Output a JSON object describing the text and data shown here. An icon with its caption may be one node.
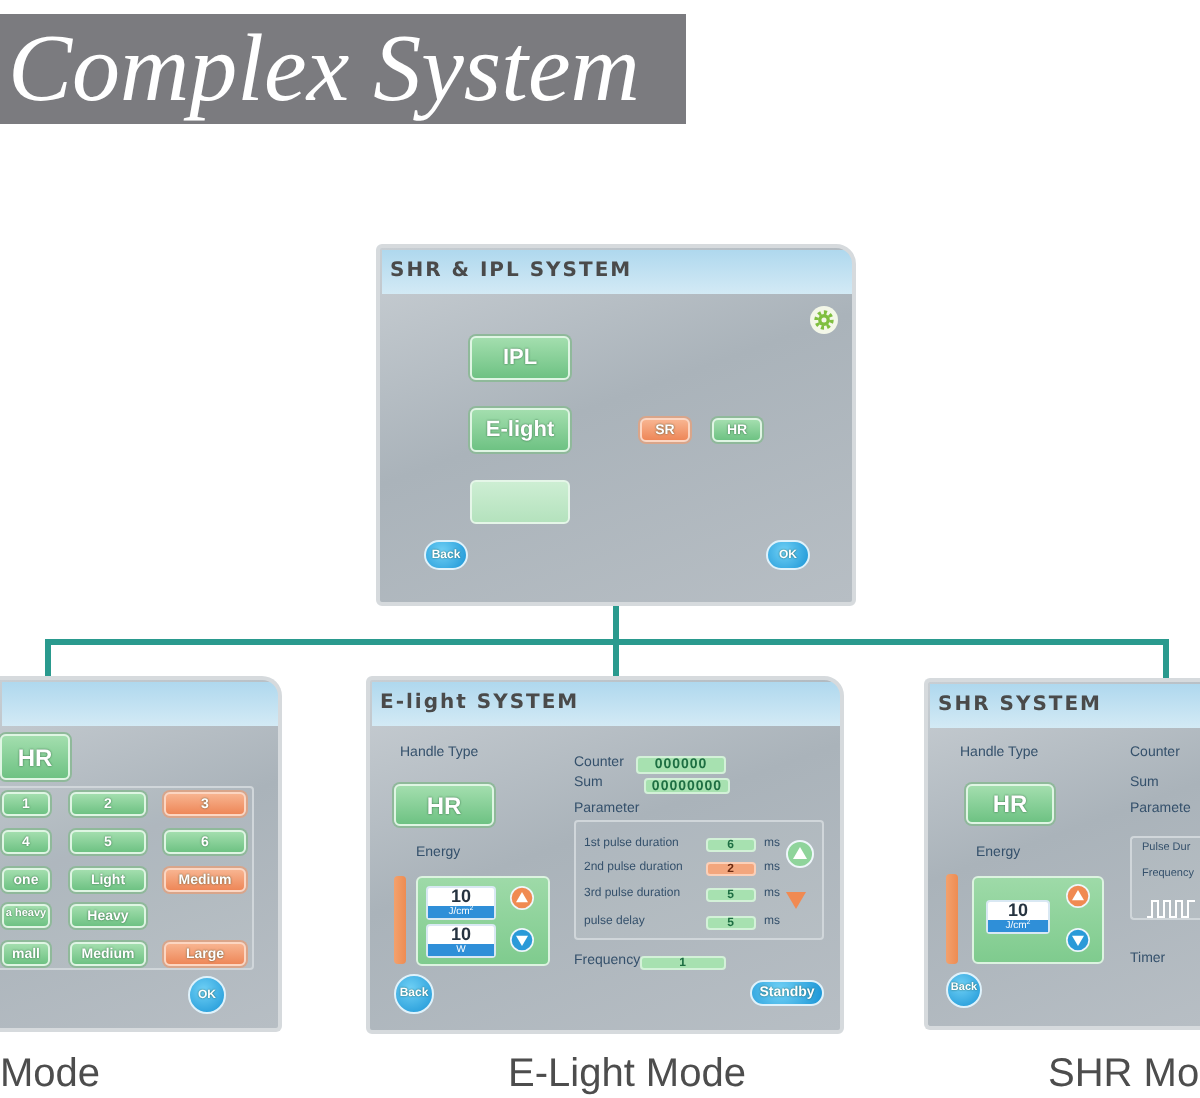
{
  "diagram": {
    "title": "Complex System",
    "nodes": [
      {
        "text": [
          "SHR & IPL SYSTEM"
        ]
      },
      {
        "text": [
          "IPL"
        ],
        "in": 0
      },
      {
        "text": [
          "E-light"
        ],
        "in": 0
      },
      {
        "text": [
          "SR"
        ],
        "in": 0
      },
      {
        "text": [
          "HR"
        ],
        "in": 0
      },
      {
        "text": [],
        "shape": "box",
        "in": 0
      },
      {
        "text": [
          "Back"
        ],
        "in": 0
      },
      {
        "text": [
          "OK"
        ],
        "in": 0
      },
      {
        "text": [],
        "shape": "box",
        "beside": [
          "Mode"
        ]
      },
      {
        "text": [
          "HR"
        ],
        "in": 8
      },
      {
        "text": [
          "1"
        ],
        "in": 8
      },
      {
        "text": [
          "2"
        ],
        "in": 8
      },
      {
        "text": [
          "3"
        ],
        "in": 8
      },
      {
        "text": [
          "4"
        ],
        "in": 8
      },
      {
        "text": [
          "5"
        ],
        "in": 8
      },
      {
        "text": [
          "6"
        ],
        "in": 8
      },
      {
        "text": [
          "one"
        ],
        "in": 8
      },
      {
        "text": [
          "Light"
        ],
        "in": 8
      },
      {
        "text": [
          "Medium"
        ],
        "in": 8
      },
      {
        "text": [
          "a heavy"
        ],
        "in": 8
      },
      {
        "text": [
          "Heavy"
        ],
        "in": 8
      },
      {
        "text": [
          "mall"
        ],
        "in": 8
      },
      {
        "text": [
          "Medium"
        ],
        "in": 8
      },
      {
        "text": [
          "Large"
        ],
        "in": 8
      },
      {
        "text": [
          "OK"
        ],
        "in": 8
      },
      {
        "text": [
          "E-light SYSTEM",
          "Handle Type",
          "Counter",
          "Sum",
          "Parameter",
          "Energy",
          "1st pulse duration",
          "ms",
          "2nd pulse duration",
          "ms",
          "3rd pulse duration",
          "ms",
          "pulse delay",
          "ms",
          "Frequency"
        ],
        "beside": [
          "E-Light Mode"
        ]
      },
      {
        "text": [
          "HR"
        ],
        "in": 25
      },
      {
        "text": [
          "10",
          "J/cm$^{2}$"
        ],
        "in": 25
      },
      {
        "text": [
          "10",
          "W"
        ],
        "in": 25
      },
      {
        "text": [
          "000000"
        ],
        "in": 25
      },
      {
        "text": [
          "00000000"
        ],
        "in": 25
      },
      {
        "text": [
          "6"
        ],
        "in": 25
      },
      {
        "text": [
          "2"
        ],
        "in": 25
      },
      {
        "text": [
          "5"
        ],
        "in": 25
      },
      {
        "text": [
          "5"
        ],
        "in": 25
      },
      {
        "text": [
          "1"
        ],
        "in": 25
      },
      {
        "text": [
          "Back"
        ],
        "in": 25
      },
      {
        "text": [
          "Standby"
        ],
        "in": 25
      },
      {
        "text": [
          "SHR SYSTEM",
          "Handle Type",
          "Counter",
          "Sum",
          "Paramete",
          "Energy",
          "Pulse Dur",
          "Frequency",
          "Timer"
        ],
        "beside": [
          "SHR Mo"
        ]
      },
      {
        "text": [
          "HR"
        ],
        "in": 38
      },
      {
        "text": [
          "10",
          "J/cm$^{2}$"
        ],
        "in": 38
      },
      {
        "text": [
          "Back"
        ],
        "in": 38
      }
    ],
    "edges": [
      {
        "from": 0,
        "to": 8,
        "arrow": "none"
      },
      {
        "from": 0,
        "to": 25,
        "arrow": "none"
      },
      {
        "from": 0,
        "to": 38,
        "arrow": "none"
      }
    ]
  }
}
